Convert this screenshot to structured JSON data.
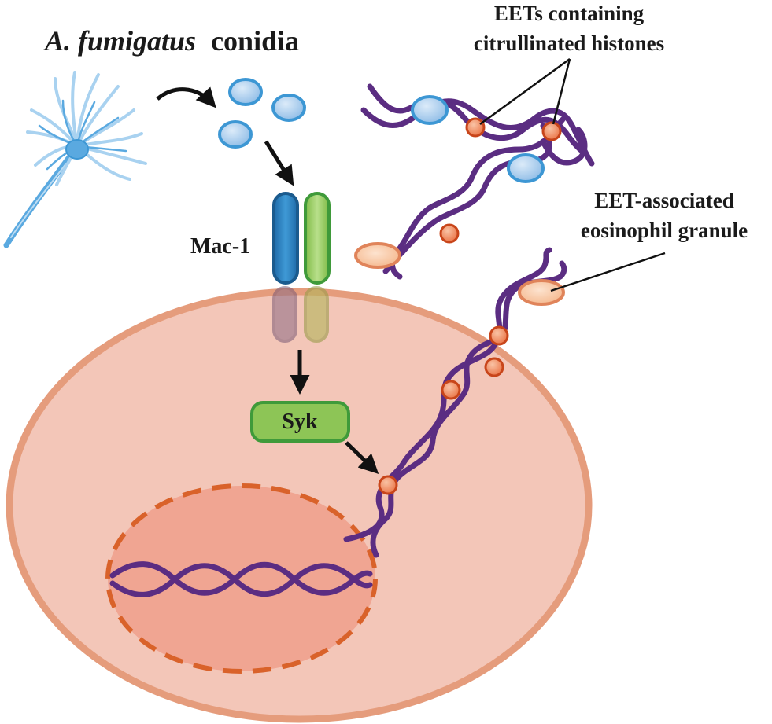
{
  "labels": {
    "conidia_species": "A. fumigatus",
    "conidia_word": "conidia",
    "receptor": "Mac-1",
    "kinase": "Syk",
    "eets_line1": "EETs containing",
    "eets_line2": "citrullinated histones",
    "granule_line1": "EET-associated",
    "granule_line2": "eosinophil granule"
  },
  "colors": {
    "cell_fill": "#f3c6b8",
    "cell_outline": "#e59c7c",
    "nucleus_fill": "#f0a592",
    "nucleus_outline": "#d9622a",
    "dna": "#5b2d82",
    "histone_fill": "#f08a5e",
    "histone_outline": "#c8451a",
    "conidia_fill": "#a9ccec",
    "conidia_outline": "#3d97d4",
    "granule_fill": "#f8c9a6",
    "granule_outline": "#e0845a",
    "mac1_blue": "#2e7fc0",
    "mac1_green": "#8ec65a",
    "syk_fill": "#8dc556",
    "syk_outline": "#3f9a3a",
    "fungus": "#5aa9e0"
  }
}
